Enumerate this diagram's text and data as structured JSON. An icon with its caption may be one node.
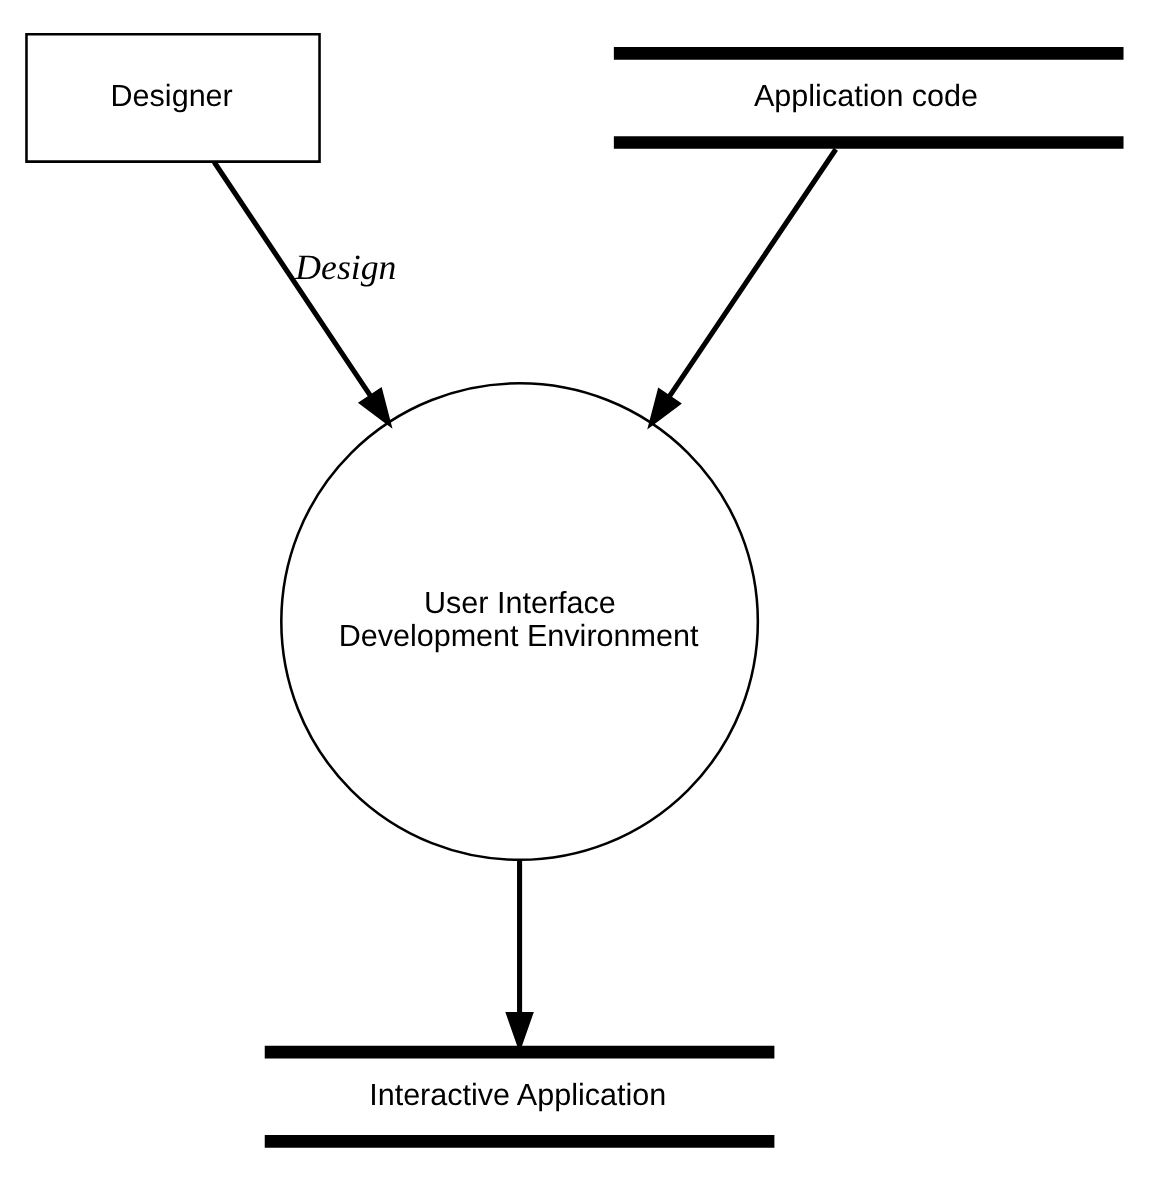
{
  "diagram": {
    "nodes": [
      {
        "text": [
          "Designer"
        ]
      },
      {
        "text": [
          "Application code"
        ]
      },
      {
        "text": [
          "User Interface Development Environment"
        ]
      },
      {
        "text": [
          "Interactive Application"
        ]
      }
    ],
    "edges": [
      {
        "from": 0,
        "to": 2,
        "arrow": "to",
        "label": "Design"
      },
      {
        "from": 1,
        "to": 2,
        "arrow": "to"
      },
      {
        "from": 2,
        "to": 3,
        "arrow": "to"
      }
    ]
  }
}
